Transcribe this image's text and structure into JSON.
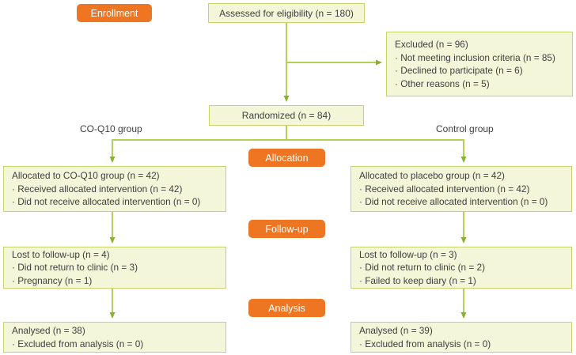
{
  "palette": {
    "badge_orange": "#ee7623",
    "box_fill": "#f3f6d8",
    "box_border": "#c9d36b",
    "connector_line": "#b4d153",
    "arrowhead": "#8cb031",
    "text": "#3f3f3f"
  },
  "badges": {
    "enrollment": "Enrollment",
    "allocation": "Allocation",
    "follow_up": "Follow-up",
    "analysis": "Analysis"
  },
  "group_labels": {
    "left": "CO-Q10 group",
    "right": "Control group"
  },
  "boxes": {
    "assessed": {
      "title": "Assessed for eligibility (n = 180)"
    },
    "excluded": {
      "title": "Excluded (n = 96)",
      "items": [
        "· Not meeting inclusion criteria (n = 85)",
        "· Declined to participate (n = 6)",
        "· Other reasons (n = 5)"
      ]
    },
    "randomized": {
      "title": "Randomized (n = 84)"
    },
    "allocated_left": {
      "title": "Allocated to CO-Q10 group (n = 42)",
      "items": [
        "· Received allocated intervention (n = 42)",
        "· Did not receive allocated intervention (n = 0)"
      ]
    },
    "allocated_right": {
      "title": "Allocated to placebo group (n = 42)",
      "items": [
        "· Received allocated intervention (n = 42)",
        "· Did not receive allocated intervention (n = 0)"
      ]
    },
    "followup_left": {
      "title": "Lost to follow-up (n = 4)",
      "items": [
        "· Did not return to clinic (n = 3)",
        "· Pregnancy (n = 1)"
      ]
    },
    "followup_right": {
      "title": "Lost to follow-up (n = 3)",
      "items": [
        "· Did not return to clinic (n = 2)",
        "· Failed to keep diary (n = 1)"
      ]
    },
    "analysed_left": {
      "title": "Analysed (n = 38)",
      "items": [
        "· Excluded from analysis (n = 0)"
      ]
    },
    "analysed_right": {
      "title": "Analysed (n = 39)",
      "items": [
        "· Excluded from analysis (n = 0)"
      ]
    }
  }
}
